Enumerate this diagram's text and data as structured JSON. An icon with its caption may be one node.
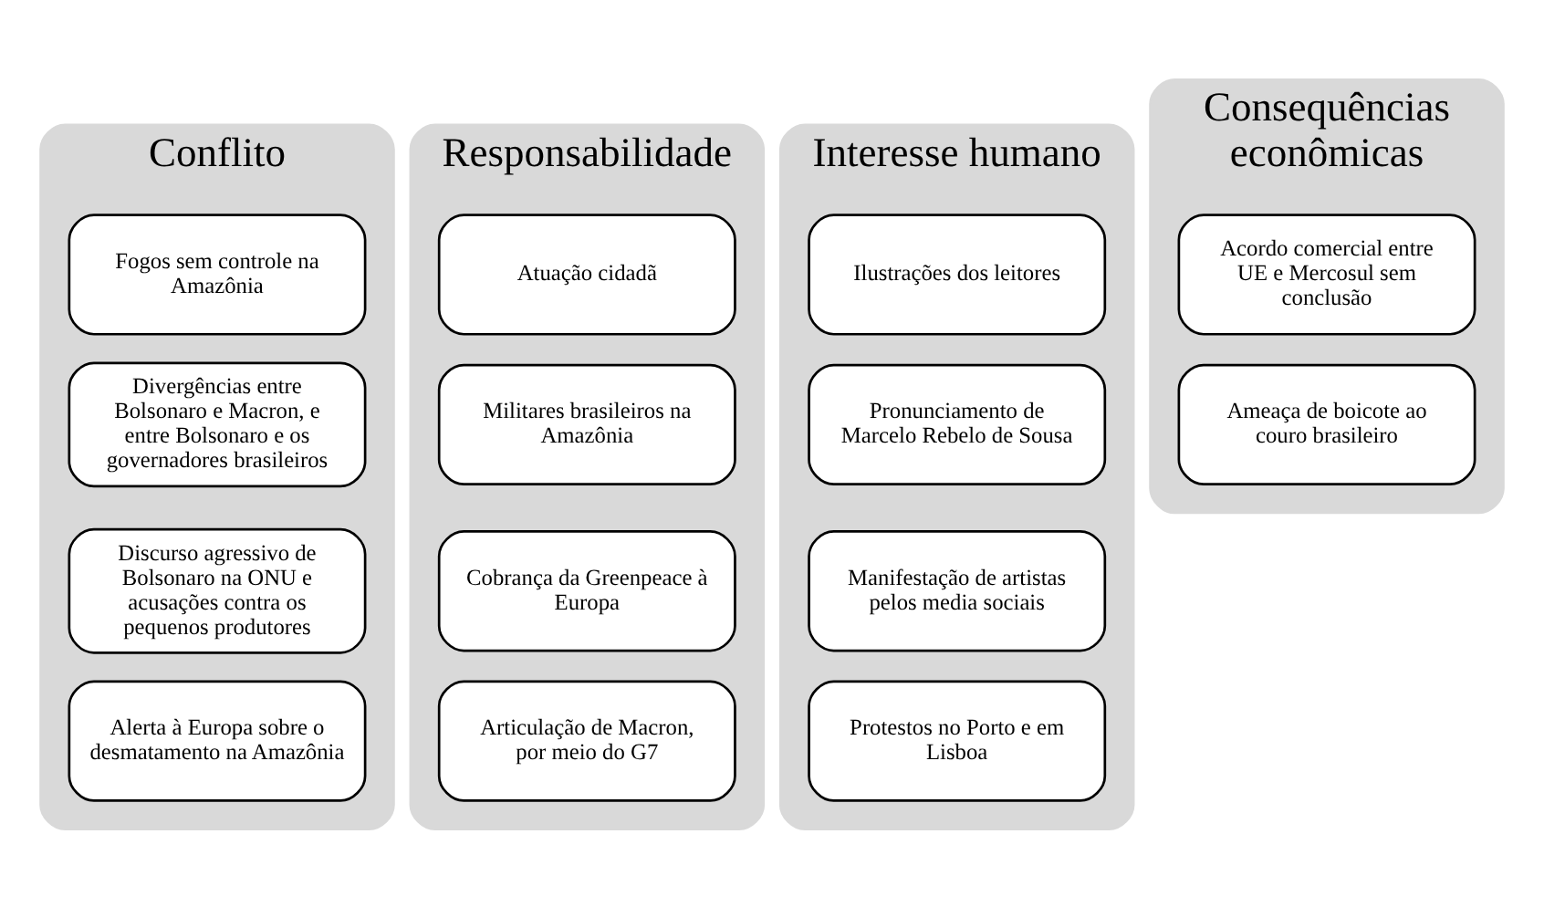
{
  "diagram": {
    "nodes": [
      {
        "text": [
          "Conflito"
        ]
      },
      {
        "text": [
          "Fogos sem controle na Amazônia"
        ],
        "in": 0
      },
      {
        "text": [
          "Divergências entre Bolsonaro e Macron, e entre Bolsonaro e os governadores brasileiros"
        ],
        "in": 0
      },
      {
        "text": [
          "Discurso agressivo de Bolsonaro na ONU e acusações contra os pequenos produtores"
        ],
        "in": 0
      },
      {
        "text": [
          "Alerta à Europa sobre o desmatamento na Amazônia"
        ],
        "in": 0
      },
      {
        "text": [
          "Responsabilidade"
        ]
      },
      {
        "text": [
          "Atuação cidadã"
        ],
        "in": 5
      },
      {
        "text": [
          "Militares brasileiros na Amazônia"
        ],
        "in": 5
      },
      {
        "text": [
          "Cobrança da Greenpeace à Europa"
        ],
        "in": 5
      },
      {
        "text": [
          "Articulação de Macron, por meio do G7"
        ],
        "in": 5
      },
      {
        "text": [
          "Interesse humano"
        ]
      },
      {
        "text": [
          "Ilustrações dos leitores"
        ],
        "in": 10
      },
      {
        "text": [
          "Pronunciamento de Marcelo Rebelo de Sousa"
        ],
        "in": 10
      },
      {
        "text": [
          "Manifestação de artistas pelos media sociais"
        ],
        "in": 10
      },
      {
        "text": [
          "Protestos no Porto e em Lisboa"
        ],
        "in": 10
      },
      {
        "text": [
          "Consequências econômicas"
        ]
      },
      {
        "text": [
          "Acordo comercial entre UE e Mercosul sem conclusão"
        ],
        "in": 15
      },
      {
        "text": [
          "Ameaça de boicote ao couro brasileiro"
        ],
        "in": 15
      }
    ],
    "edges": []
  }
}
